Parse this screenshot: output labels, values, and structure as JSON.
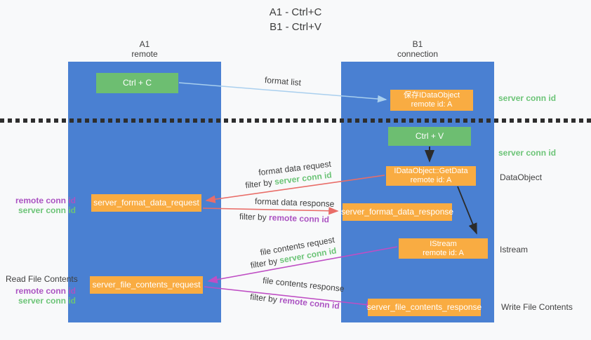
{
  "title": {
    "line1": "A1 - Ctrl+C",
    "line2": "B1 - Ctrl+V"
  },
  "lanes": {
    "a1": {
      "name": "A1",
      "subtitle": "remote"
    },
    "b1": {
      "name": "B1",
      "subtitle": "connection"
    }
  },
  "nodes": {
    "ctrl_c": "Ctrl + C",
    "ctrl_v": "Ctrl + V",
    "save_dataobject": {
      "line1": "保存IDataObject",
      "line2": "remote id: A"
    },
    "getdata": {
      "line1": "IDataObject::GetData",
      "line2": "remote id: A"
    },
    "istream": {
      "line1": "IStream",
      "line2": "remote id: A"
    },
    "format_request": "server_format_data_request",
    "format_response": "server_format_data_response",
    "file_request": "server_file_contents_request",
    "file_response": "server_file_contents_response"
  },
  "arrow_labels": {
    "format_list": "format list",
    "format_data_request": "format data request",
    "format_data_response": "format data response",
    "file_contents_request": "file contents request",
    "file_contents_response": "file contents response",
    "filter_by": "filter by",
    "server_conn_id": "server conn id",
    "remote_conn_id": "remote conn id"
  },
  "side_labels": {
    "server_conn_id_top": "server conn id",
    "server_conn_id_mid": "server conn id",
    "dataobject": "DataObject",
    "istream": "Istream",
    "write_file_contents": "Write File Contents",
    "read_file_contents": "Read File Contents",
    "remote_conn_id_1": "remote conn id",
    "server_conn_id_1": "server conn id",
    "remote_conn_id_2": "remote conn id",
    "server_conn_id_2": "server conn id"
  },
  "colors": {
    "lane_blue": "#4a80d2",
    "box_green": "#6dbe71",
    "box_orange": "#f9ac42",
    "text_green": "#6cc477",
    "text_purple": "#ab53c2",
    "arrow_red": "#e96d68",
    "arrow_magenta": "#bf4ec4",
    "arrow_lightblue": "#a9cfee",
    "arrow_black": "#2b2b2b",
    "background": "#f8f9fa"
  }
}
